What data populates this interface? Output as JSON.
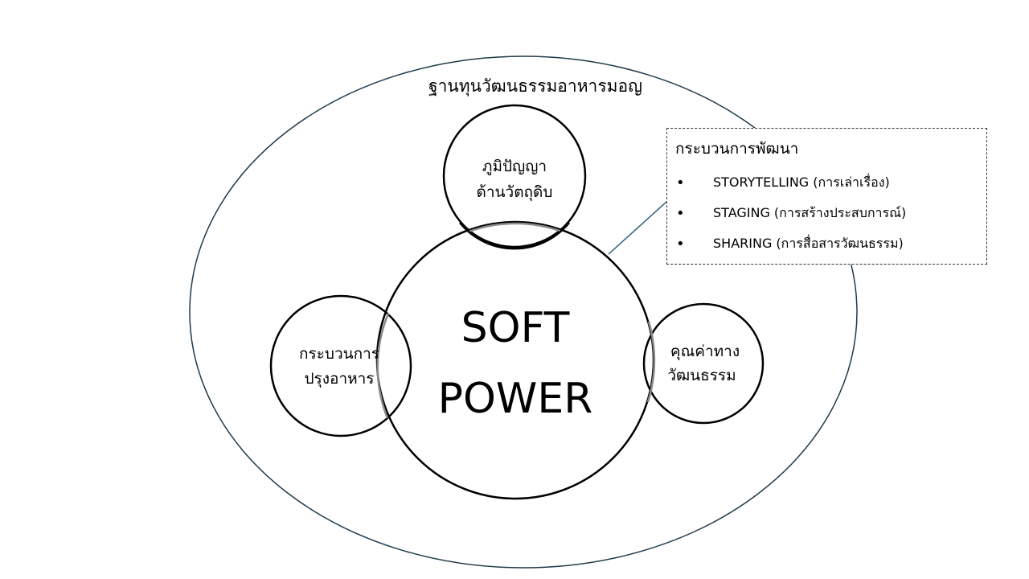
{
  "outer": {
    "title": "ฐานทุนวัฒนธรรมอาหารมอญ"
  },
  "center": {
    "line1": "SOFT",
    "line2": "POWER"
  },
  "top_circle": {
    "line1": "ภูมิปัญญา",
    "line2": "ด้านวัตถุดิบ"
  },
  "left_circle": {
    "line1": "กระบวนการ",
    "line2": "ปรุงอาหาร"
  },
  "right_circle": {
    "line1": "คุณค่าทาง",
    "line2": "วัฒนธรรม"
  },
  "callout": {
    "title": "กระบวนการพัฒนา",
    "items": [
      "STORYTELLING (การเล่าเรื่อง)",
      "STAGING (การสร้างประสบการณ์)",
      "SHARING (การสื่อสารวัฒนธรรม)"
    ],
    "bullet": "•"
  },
  "colors": {
    "outer_ellipse": "#1f3a4a",
    "connector": "#2e5f7a",
    "circles": "#000000"
  }
}
